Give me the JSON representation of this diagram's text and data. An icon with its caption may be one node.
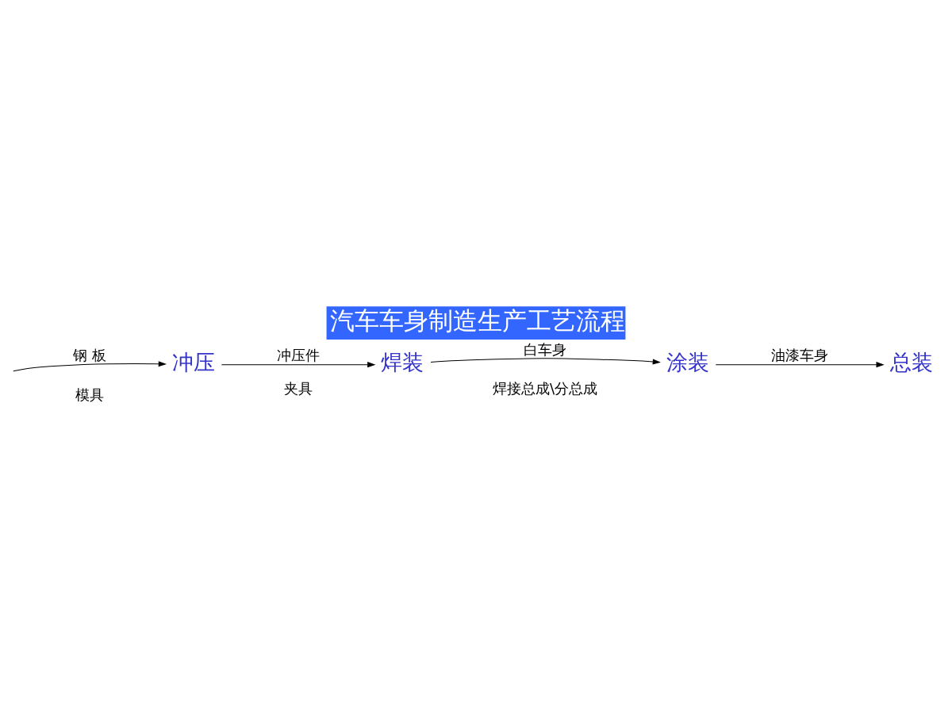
{
  "diagram": {
    "title": "汽车车身制造生产工艺流程",
    "nodes": [
      {
        "text": [
          "冲压"
        ]
      },
      {
        "text": [
          "焊装"
        ]
      },
      {
        "text": [
          "涂装"
        ]
      },
      {
        "text": [
          "总装"
        ]
      }
    ],
    "edges": [
      {
        "from": null,
        "to": 0,
        "arrow": "to",
        "label": "钢 板"
      },
      {
        "from": 0,
        "to": 1,
        "arrow": "to",
        "label": "冲压件"
      },
      {
        "from": 1,
        "to": 2,
        "arrow": "to",
        "label": "白车身"
      },
      {
        "from": 2,
        "to": 3,
        "arrow": "to",
        "label": "油漆车身"
      }
    ],
    "labels": [
      "模具",
      "夹具",
      "焊接总成\\分总成"
    ]
  }
}
